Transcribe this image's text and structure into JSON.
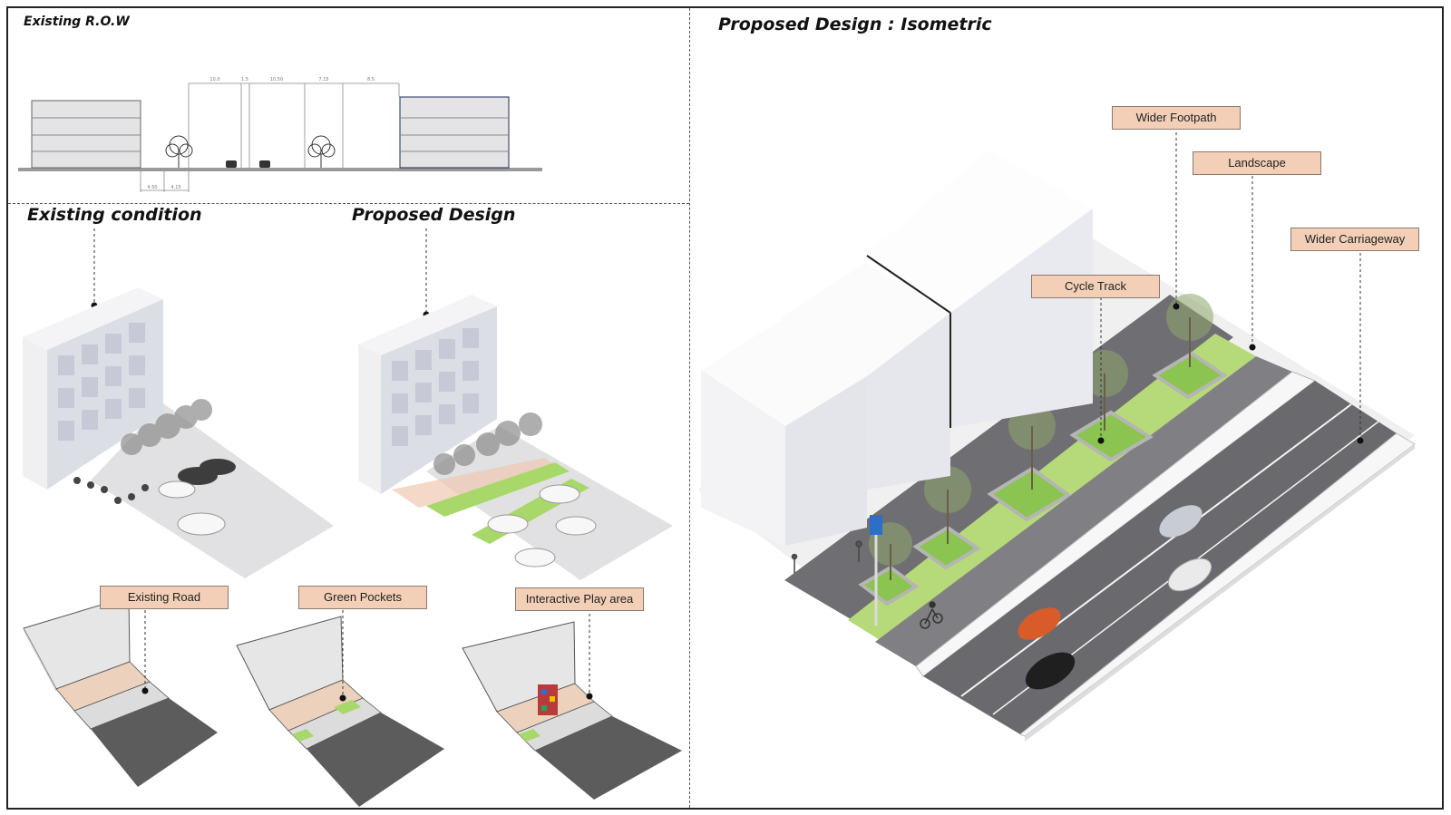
{
  "titles": {
    "existing_row": "Existing R.O.W",
    "existing_condition": "Existing condition",
    "proposed_design": "Proposed Design",
    "proposed_isometric": "Proposed Design : Isometric"
  },
  "labels": {
    "existing_road": "Existing Road",
    "green_pockets": "Green Pockets",
    "interactive_play_area": "Interactive Play area",
    "wider_footpath": "Wider Footpath",
    "landscape": "Landscape",
    "wider_carriageway": "Wider Carriageway",
    "cycle_track": "Cycle Track"
  },
  "section_dims": {
    "top": [
      "10.0",
      "1.5",
      "10.50",
      "7.15",
      "8.5"
    ],
    "bottom": [
      "4.50",
      "4.15"
    ]
  },
  "colors": {
    "label_fill": "#f2cfb6",
    "road": "#5e5e5e",
    "green": "#b8db8a",
    "building": "#e9eaee"
  }
}
